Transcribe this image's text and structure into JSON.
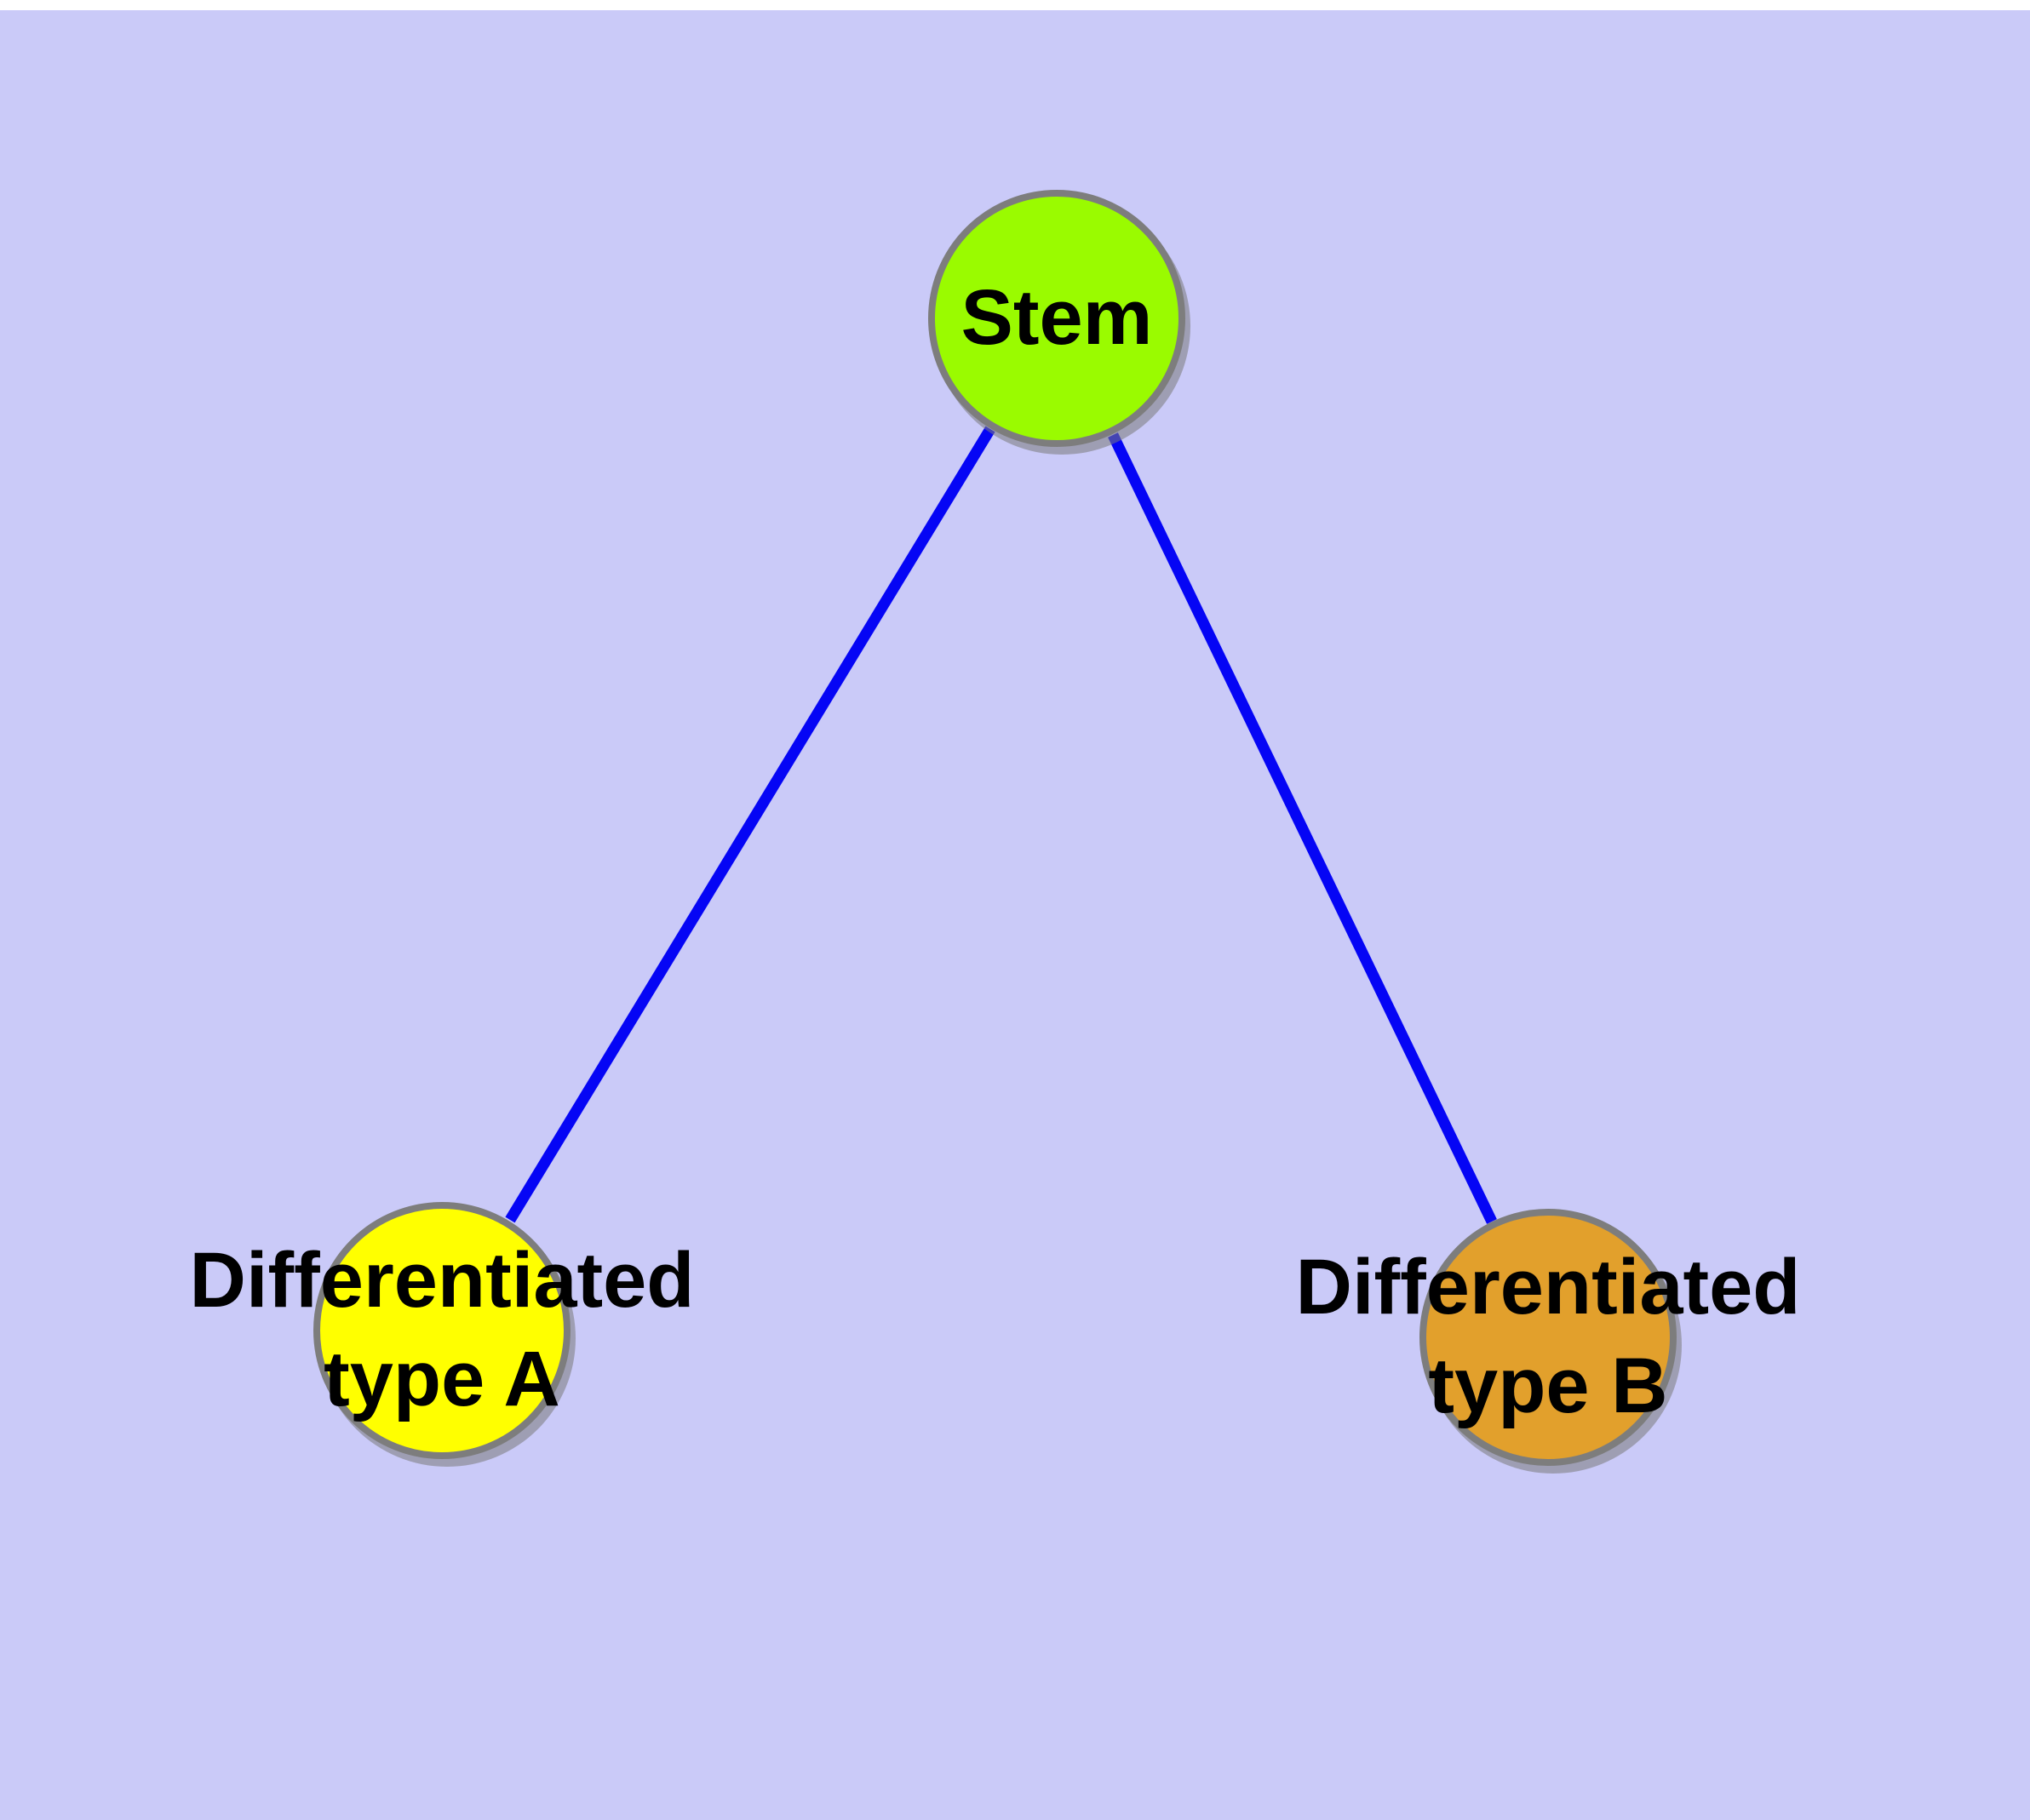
{
  "canvas": {
    "background": "#CACAF8",
    "top_margin_color": "#FFFFFF"
  },
  "colors": {
    "node_border": "#7D7D7D",
    "edge": "#0505F5",
    "label_text": "#000000",
    "stem_fill": "#9AFB00",
    "typeA_fill": "#FFFF00",
    "typeB_fill": "#E2A02C"
  },
  "nodes": [
    {
      "id": "stem",
      "label": "Stem",
      "fill": "#9AFB00"
    },
    {
      "id": "typeA",
      "label": "Differentiated\ntype A",
      "fill": "#FFFF00"
    },
    {
      "id": "typeB",
      "label": "Differentiated\ntype B",
      "fill": "#E2A02C"
    }
  ],
  "edges": [
    {
      "from": "stem",
      "to": "typeA",
      "color": "#0505F5"
    },
    {
      "from": "stem",
      "to": "typeB",
      "color": "#0505F5"
    }
  ]
}
